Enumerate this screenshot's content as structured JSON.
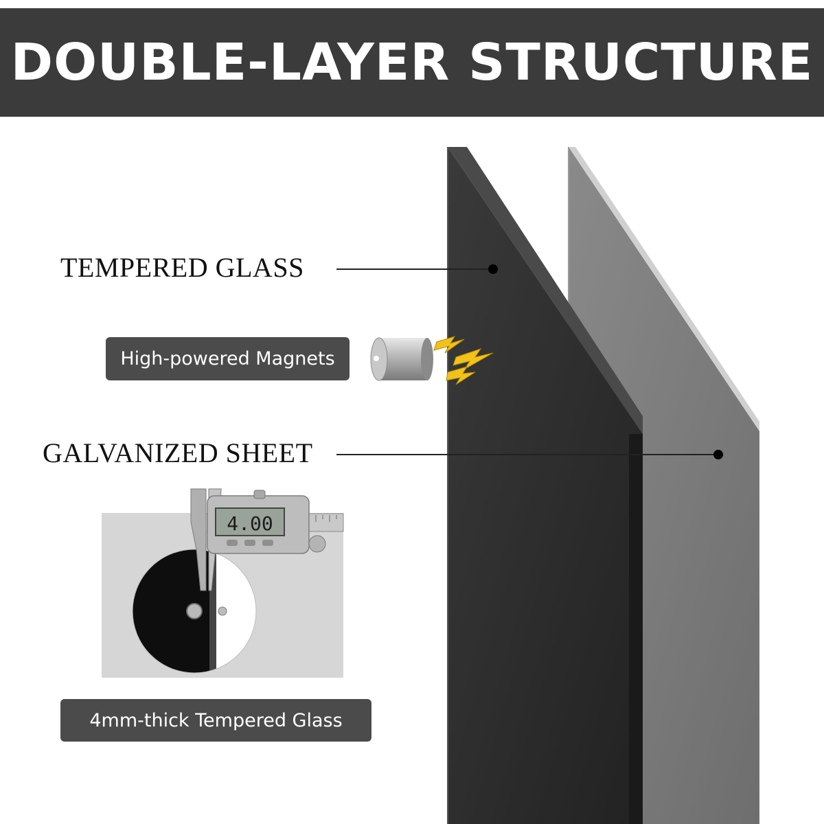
{
  "header": {
    "title": "DOUBLE-LAYER STRUCTURE"
  },
  "labels": {
    "tempered_glass": "TEMPERED GLASS",
    "galvanized_sheet": "GALVANIZED SHEET",
    "magnets": "High-powered Magnets",
    "thickness": "4mm-thick Tempered Glass"
  },
  "caliper": {
    "display_value": "4.00"
  },
  "colors": {
    "header_bg": "#3b3b3b",
    "glass_panel": "#2f2f2f",
    "sheet_panel": "#7d7d7d",
    "pill_bg": "#4b4b4b",
    "lightning": "#f2c21b"
  },
  "icons": [
    "magnet-icon",
    "lightning-icon",
    "caliper-icon"
  ]
}
